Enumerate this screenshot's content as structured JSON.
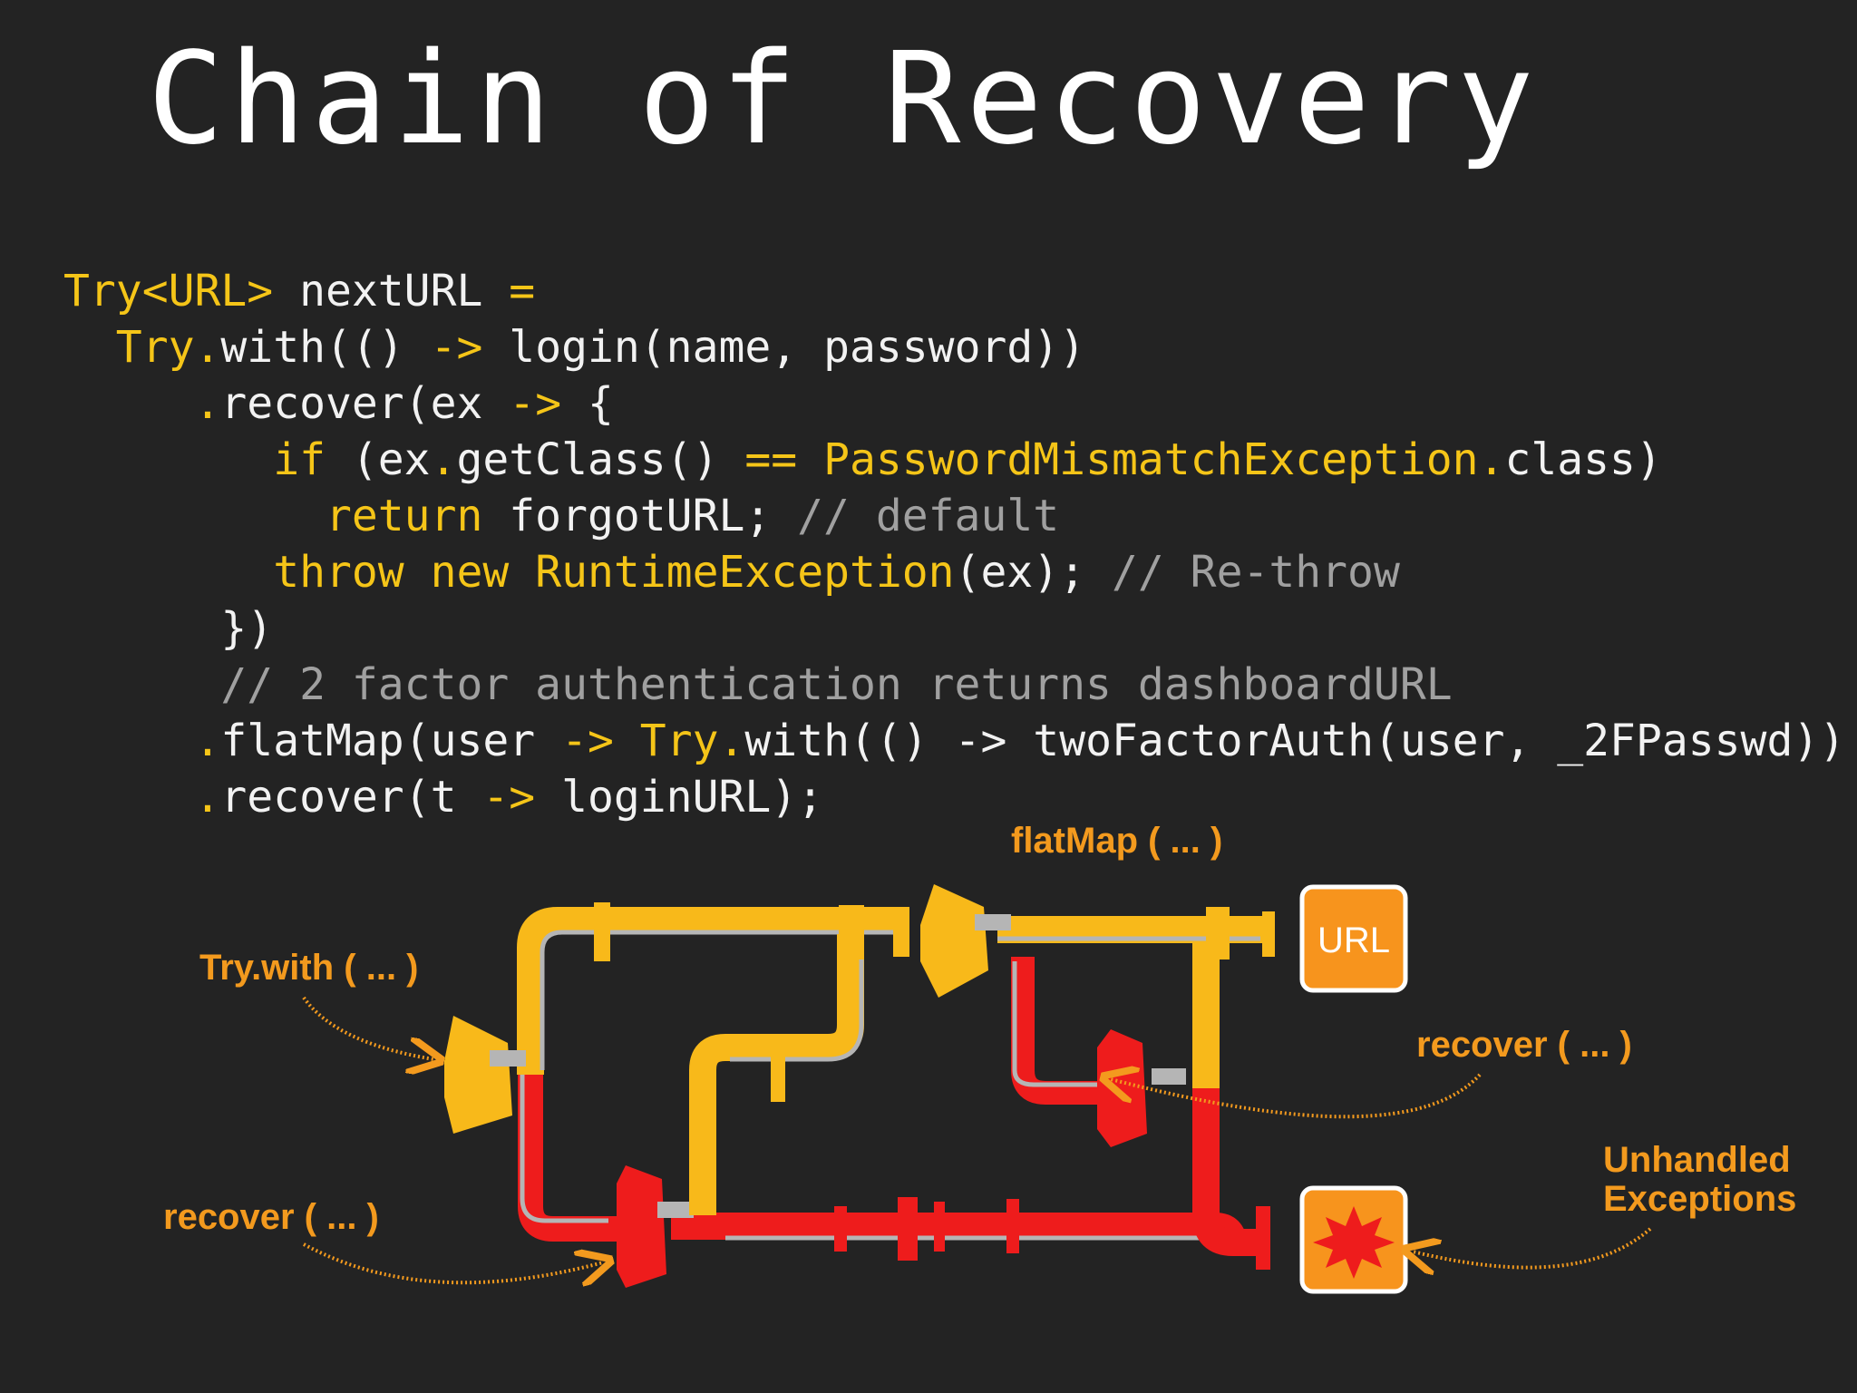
{
  "title": "Chain of Recovery",
  "code_lines": [
    {
      "indent": "",
      "tokens": [
        {
          "t": "Try<URL>",
          "c": "kw"
        },
        {
          "t": " nextURL ",
          "c": "tx"
        },
        {
          "t": "=",
          "c": "kw"
        }
      ]
    },
    {
      "indent": "  ",
      "tokens": [
        {
          "t": "Try",
          "c": "kw"
        },
        {
          "t": ".",
          "c": "kw"
        },
        {
          "t": "with(() ",
          "c": "tx"
        },
        {
          "t": "->",
          "c": "kw"
        },
        {
          "t": " login(name, password))",
          "c": "tx"
        }
      ]
    },
    {
      "indent": "     ",
      "tokens": [
        {
          "t": ".",
          "c": "kw"
        },
        {
          "t": "recover(ex ",
          "c": "tx"
        },
        {
          "t": "->",
          "c": "kw"
        },
        {
          "t": " {",
          "c": "tx"
        }
      ]
    },
    {
      "indent": "        ",
      "tokens": [
        {
          "t": "if",
          "c": "kw"
        },
        {
          "t": " (ex",
          "c": "tx"
        },
        {
          "t": ".",
          "c": "kw"
        },
        {
          "t": "getClass() ",
          "c": "tx"
        },
        {
          "t": "==",
          "c": "kw"
        },
        {
          "t": " ",
          "c": "tx"
        },
        {
          "t": "PasswordMismatchException",
          "c": "kw"
        },
        {
          "t": ".",
          "c": "kw"
        },
        {
          "t": "class)",
          "c": "tx"
        }
      ]
    },
    {
      "indent": "          ",
      "tokens": [
        {
          "t": "return",
          "c": "kw"
        },
        {
          "t": " forgotURL; ",
          "c": "tx"
        },
        {
          "t": "// default",
          "c": "cm"
        }
      ]
    },
    {
      "indent": "        ",
      "tokens": [
        {
          "t": "throw",
          "c": "kw"
        },
        {
          "t": " ",
          "c": "tx"
        },
        {
          "t": "new",
          "c": "kw"
        },
        {
          "t": " ",
          "c": "tx"
        },
        {
          "t": "RuntimeException",
          "c": "kw"
        },
        {
          "t": "(ex); ",
          "c": "tx"
        },
        {
          "t": "// Re-throw",
          "c": "cm"
        }
      ]
    },
    {
      "indent": "      ",
      "tokens": [
        {
          "t": "})",
          "c": "tx"
        }
      ]
    },
    {
      "indent": "      ",
      "tokens": [
        {
          "t": "// 2 factor authentication returns dashboardURL",
          "c": "cm"
        }
      ]
    },
    {
      "indent": "     ",
      "tokens": [
        {
          "t": ".",
          "c": "kw"
        },
        {
          "t": "flatMap(user ",
          "c": "tx"
        },
        {
          "t": "->",
          "c": "kw"
        },
        {
          "t": " ",
          "c": "tx"
        },
        {
          "t": "Try",
          "c": "kw"
        },
        {
          "t": ".",
          "c": "kw"
        },
        {
          "t": "with(() -> twoFactorAuth(user, _2FPasswd))",
          "c": "tx"
        }
      ]
    },
    {
      "indent": "     ",
      "tokens": [
        {
          "t": ".",
          "c": "kw"
        },
        {
          "t": "recover(t ",
          "c": "tx"
        },
        {
          "t": "->",
          "c": "kw"
        },
        {
          "t": " loginURL);",
          "c": "tx"
        }
      ]
    }
  ],
  "diagram": {
    "labels": {
      "try_with": "Try.with ( ... )",
      "recover_left": "recover ( ... )",
      "flatmap": "flatMap ( ... )",
      "recover_right": "recover ( ... )",
      "unhandled_line1": "Unhandled",
      "unhandled_line2": "Exceptions"
    },
    "url_box": "URL",
    "icons": {
      "exception": "explosion-icon"
    },
    "colors": {
      "success": "#f8b91a",
      "failure": "#ee1c1c",
      "label": "#f39a1e",
      "box": "#f7941d",
      "background": "#232323"
    }
  }
}
